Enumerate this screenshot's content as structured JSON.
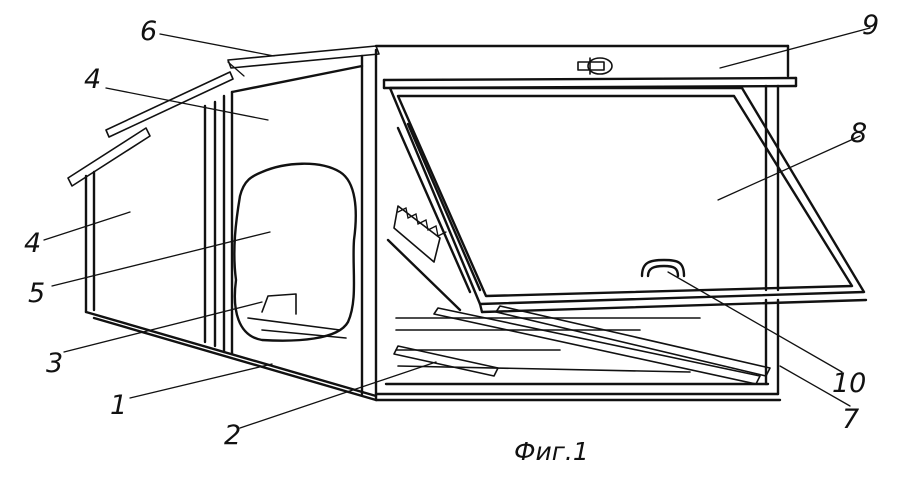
{
  "figure": {
    "caption": "Фиг.1",
    "labels": [
      {
        "id": "label-1",
        "text": "1"
      },
      {
        "id": "label-2",
        "text": "2"
      },
      {
        "id": "label-3",
        "text": "3"
      },
      {
        "id": "label-4a",
        "text": "4"
      },
      {
        "id": "label-4b",
        "text": "4"
      },
      {
        "id": "label-5",
        "text": "5"
      },
      {
        "id": "label-6",
        "text": "6"
      },
      {
        "id": "label-7",
        "text": "7"
      },
      {
        "id": "label-8",
        "text": "8"
      },
      {
        "id": "label-9",
        "text": "9"
      },
      {
        "id": "label-10",
        "text": "10"
      }
    ]
  }
}
